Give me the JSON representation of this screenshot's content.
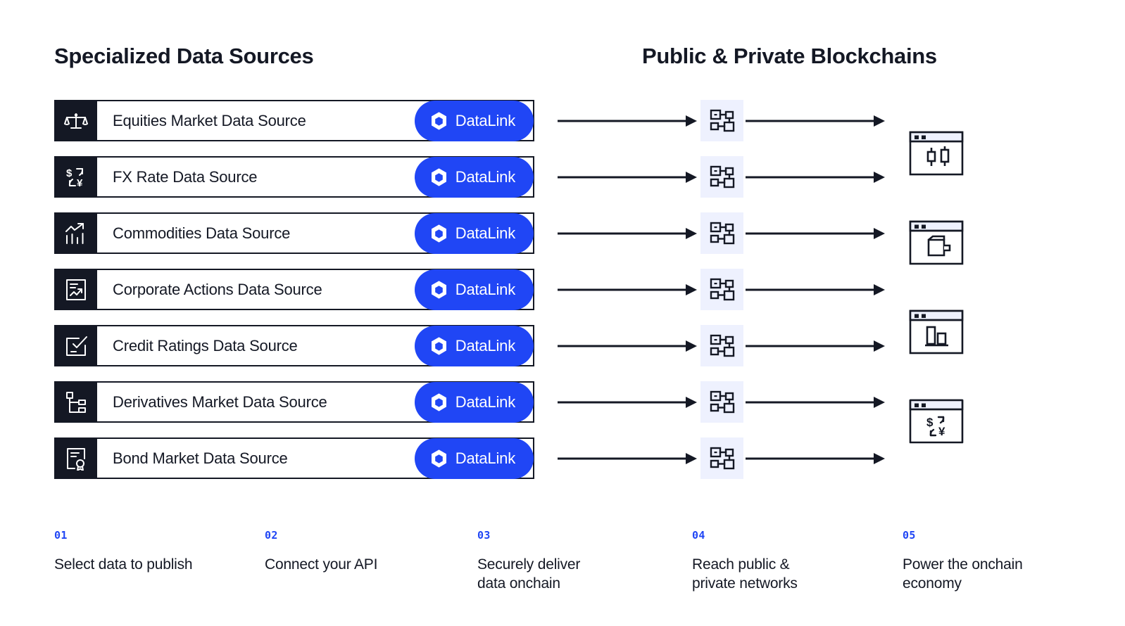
{
  "headings": {
    "left": "Specialized Data Sources",
    "right": "Public & Private Blockchains"
  },
  "colors": {
    "brand_blue": "#2046f5",
    "ink": "#141824",
    "node_tile_bg": "#eef1fe",
    "page_bg": "#ffffff"
  },
  "datalink_label": "DataLink",
  "sources": [
    {
      "label": "Equities Market Data Source",
      "icon": "scales-balance-icon"
    },
    {
      "label": "FX Rate Data Source",
      "icon": "currency-exchange-icon"
    },
    {
      "label": "Commodities Data Source",
      "icon": "bar-chart-trend-icon"
    },
    {
      "label": "Corporate Actions Data Source",
      "icon": "document-chart-icon"
    },
    {
      "label": "Credit Ratings Data Source",
      "icon": "checkbox-rating-icon"
    },
    {
      "label": "Derivatives Market Data Source",
      "icon": "hierarchy-tree-icon"
    },
    {
      "label": "Bond Market Data Source",
      "icon": "certificate-seal-icon"
    }
  ],
  "network_nodes": [
    {
      "icon": "blockchain-network-icon"
    },
    {
      "icon": "blockchain-network-icon"
    },
    {
      "icon": "blockchain-network-icon"
    },
    {
      "icon": "blockchain-network-icon"
    },
    {
      "icon": "blockchain-network-icon"
    },
    {
      "icon": "blockchain-network-icon"
    },
    {
      "icon": "blockchain-network-icon"
    }
  ],
  "apps": [
    {
      "icon": "candlestick-chart-window-icon"
    },
    {
      "icon": "wallet-window-icon"
    },
    {
      "icon": "bar-chart-window-icon"
    },
    {
      "icon": "currency-exchange-window-icon"
    }
  ],
  "steps": [
    {
      "num": "01",
      "text": "Select data to publish"
    },
    {
      "num": "02",
      "text": "Connect your API"
    },
    {
      "num": "03",
      "text": "Securely deliver\ndata onchain"
    },
    {
      "num": "04",
      "text": "Reach public &\nprivate networks"
    },
    {
      "num": "05",
      "text": "Power the onchain\neconomy"
    }
  ]
}
